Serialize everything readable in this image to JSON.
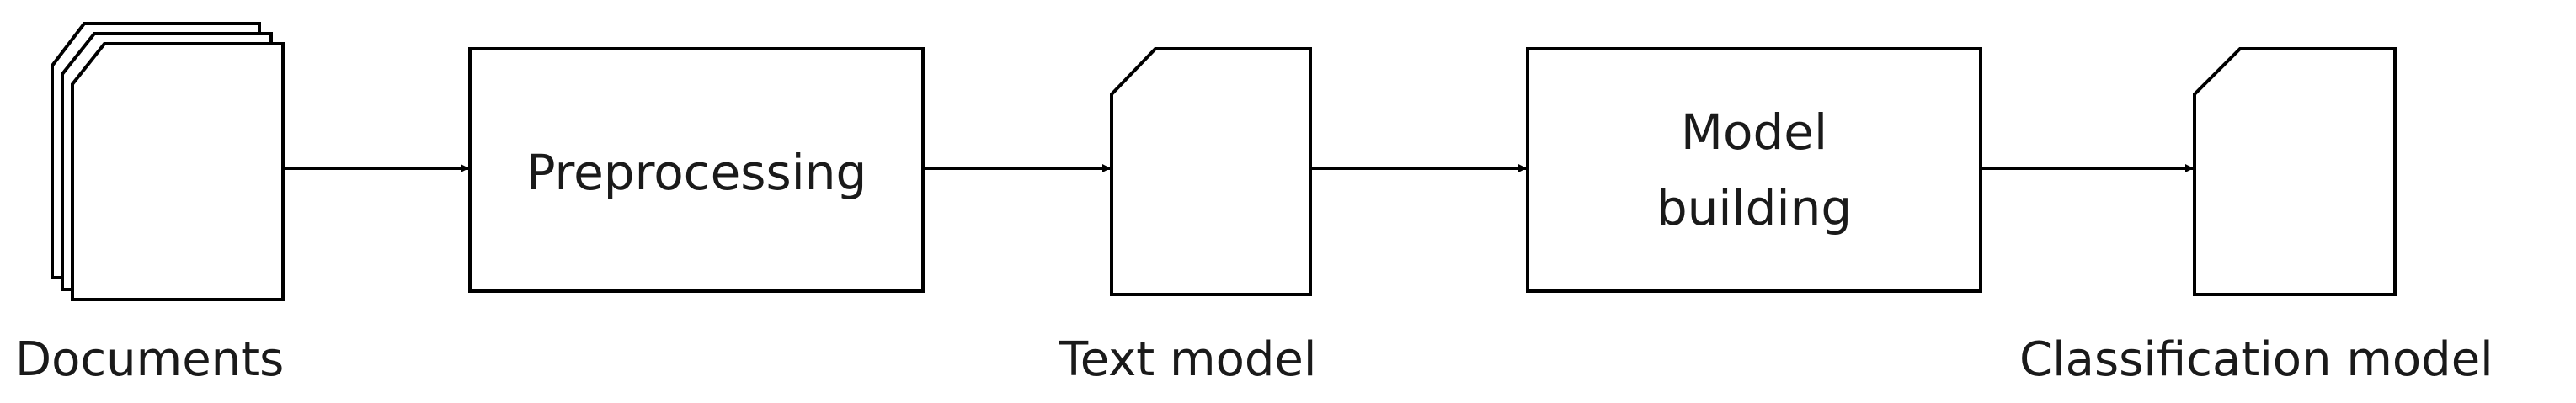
{
  "diagram": {
    "title": "",
    "steps": {
      "documents": {
        "caption": "Documents"
      },
      "preprocessing": {
        "label": "Preprocessing"
      },
      "text_model": {
        "caption": "Text model"
      },
      "model_building": {
        "label_line1": "Model",
        "label_line2": "building"
      },
      "classification_model": {
        "caption": "Classification model"
      }
    }
  }
}
